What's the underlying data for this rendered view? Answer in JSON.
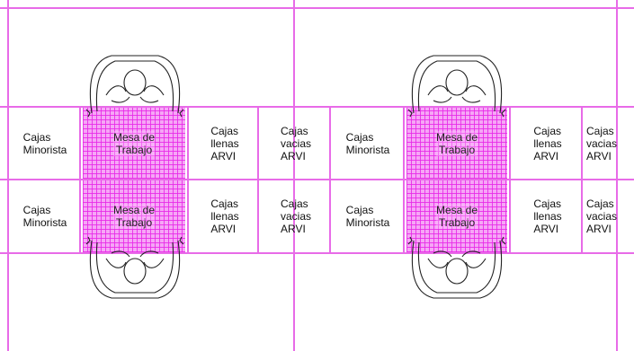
{
  "labels": {
    "cajas_minorista": "Cajas\nMinorista",
    "mesa_trabajo": "Mesa de\nTrabajo",
    "cajas_llenas": "Cajas\nllenas\nARVI",
    "cajas_vacias": "Cajas\nvacias\nARVI"
  },
  "colors": {
    "wall": "#e86be8",
    "table_fill": "#f6a6f6",
    "table_grid": "#e828e8",
    "figure_stroke": "#222222"
  },
  "icons": [
    "worker-icon"
  ]
}
